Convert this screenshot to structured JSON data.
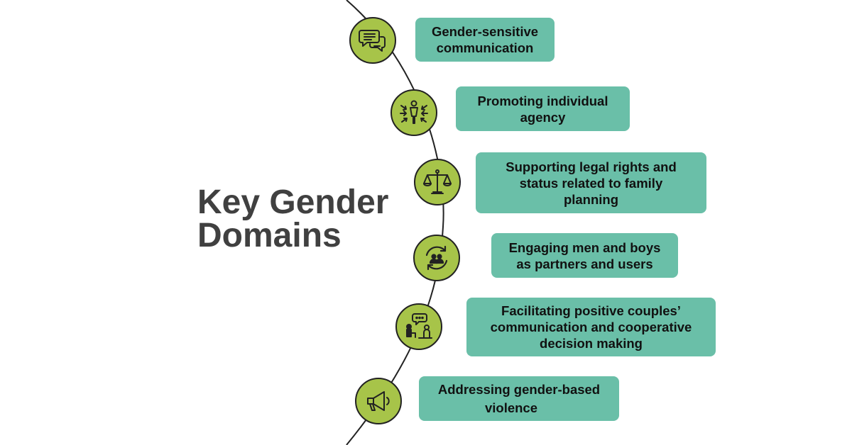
{
  "title": {
    "line1": "Key Gender",
    "line2": "Domains"
  },
  "colors": {
    "node": "#a7c449",
    "box": "#6abfa8",
    "title": "#404040",
    "line": "#222222"
  },
  "domains": [
    {
      "icon": "speech-bubbles-icon",
      "lines": [
        "Gender-sensitive",
        "communication"
      ]
    },
    {
      "icon": "person-arrows-icon",
      "lines": [
        "Promoting individual",
        "agency"
      ]
    },
    {
      "icon": "scales-icon",
      "lines": [
        "Supporting legal rights and",
        "status related to family",
        "planning"
      ]
    },
    {
      "icon": "people-cycle-icon",
      "lines": [
        "Engaging men and boys",
        "as partners and users"
      ]
    },
    {
      "icon": "couple-conversation-icon",
      "lines": [
        "Facilitating positive couples’",
        "communication and cooperative",
        "decision making"
      ]
    },
    {
      "icon": "megaphone-icon",
      "lines": [
        "Addressing gender-based",
        "violence"
      ]
    }
  ]
}
